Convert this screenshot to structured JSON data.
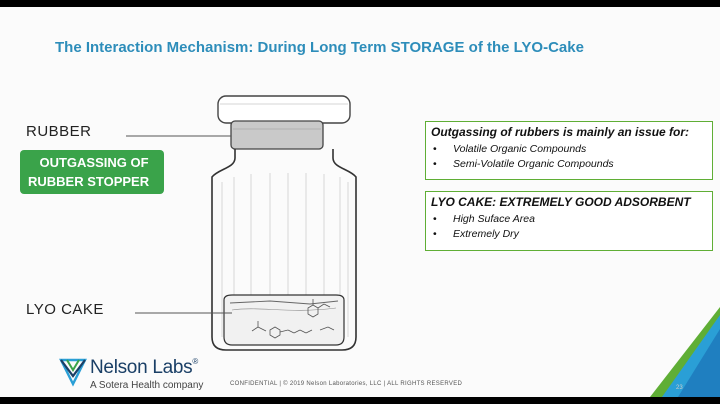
{
  "title": "The Interaction Mechanism: During Long Term STORAGE of the LYO-Cake",
  "labels": {
    "rubber": "RUBBER",
    "lyo_cake": "LYO CAKE"
  },
  "green_box": {
    "line1": "OUTGASSING OF",
    "line2": "RUBBER STOPPER"
  },
  "box_outgassing": {
    "heading": "Outgassing of rubbers is mainly an issue for:",
    "items": [
      "Volatile Organic Compounds",
      "Semi-Volatile Organic Compounds"
    ]
  },
  "box_lyo": {
    "heading": "LYO CAKE: EXTREMELY GOOD ADSORBENT",
    "items": [
      "High Suface Area",
      "Extremely Dry"
    ]
  },
  "bullet": "•",
  "logo": {
    "name": "Nelson Labs",
    "reg": "®",
    "tagline": "A Sotera Health company"
  },
  "footer": "CONFIDENTIAL | © 2019 Nelson Laboratories, LLC | ALL RIGHTS RESERVED",
  "page_number": "23",
  "colors": {
    "title": "#2d8dba",
    "green": "#3aa34a",
    "box_border": "#5fae35",
    "logo_blue": "#1a3f66"
  }
}
